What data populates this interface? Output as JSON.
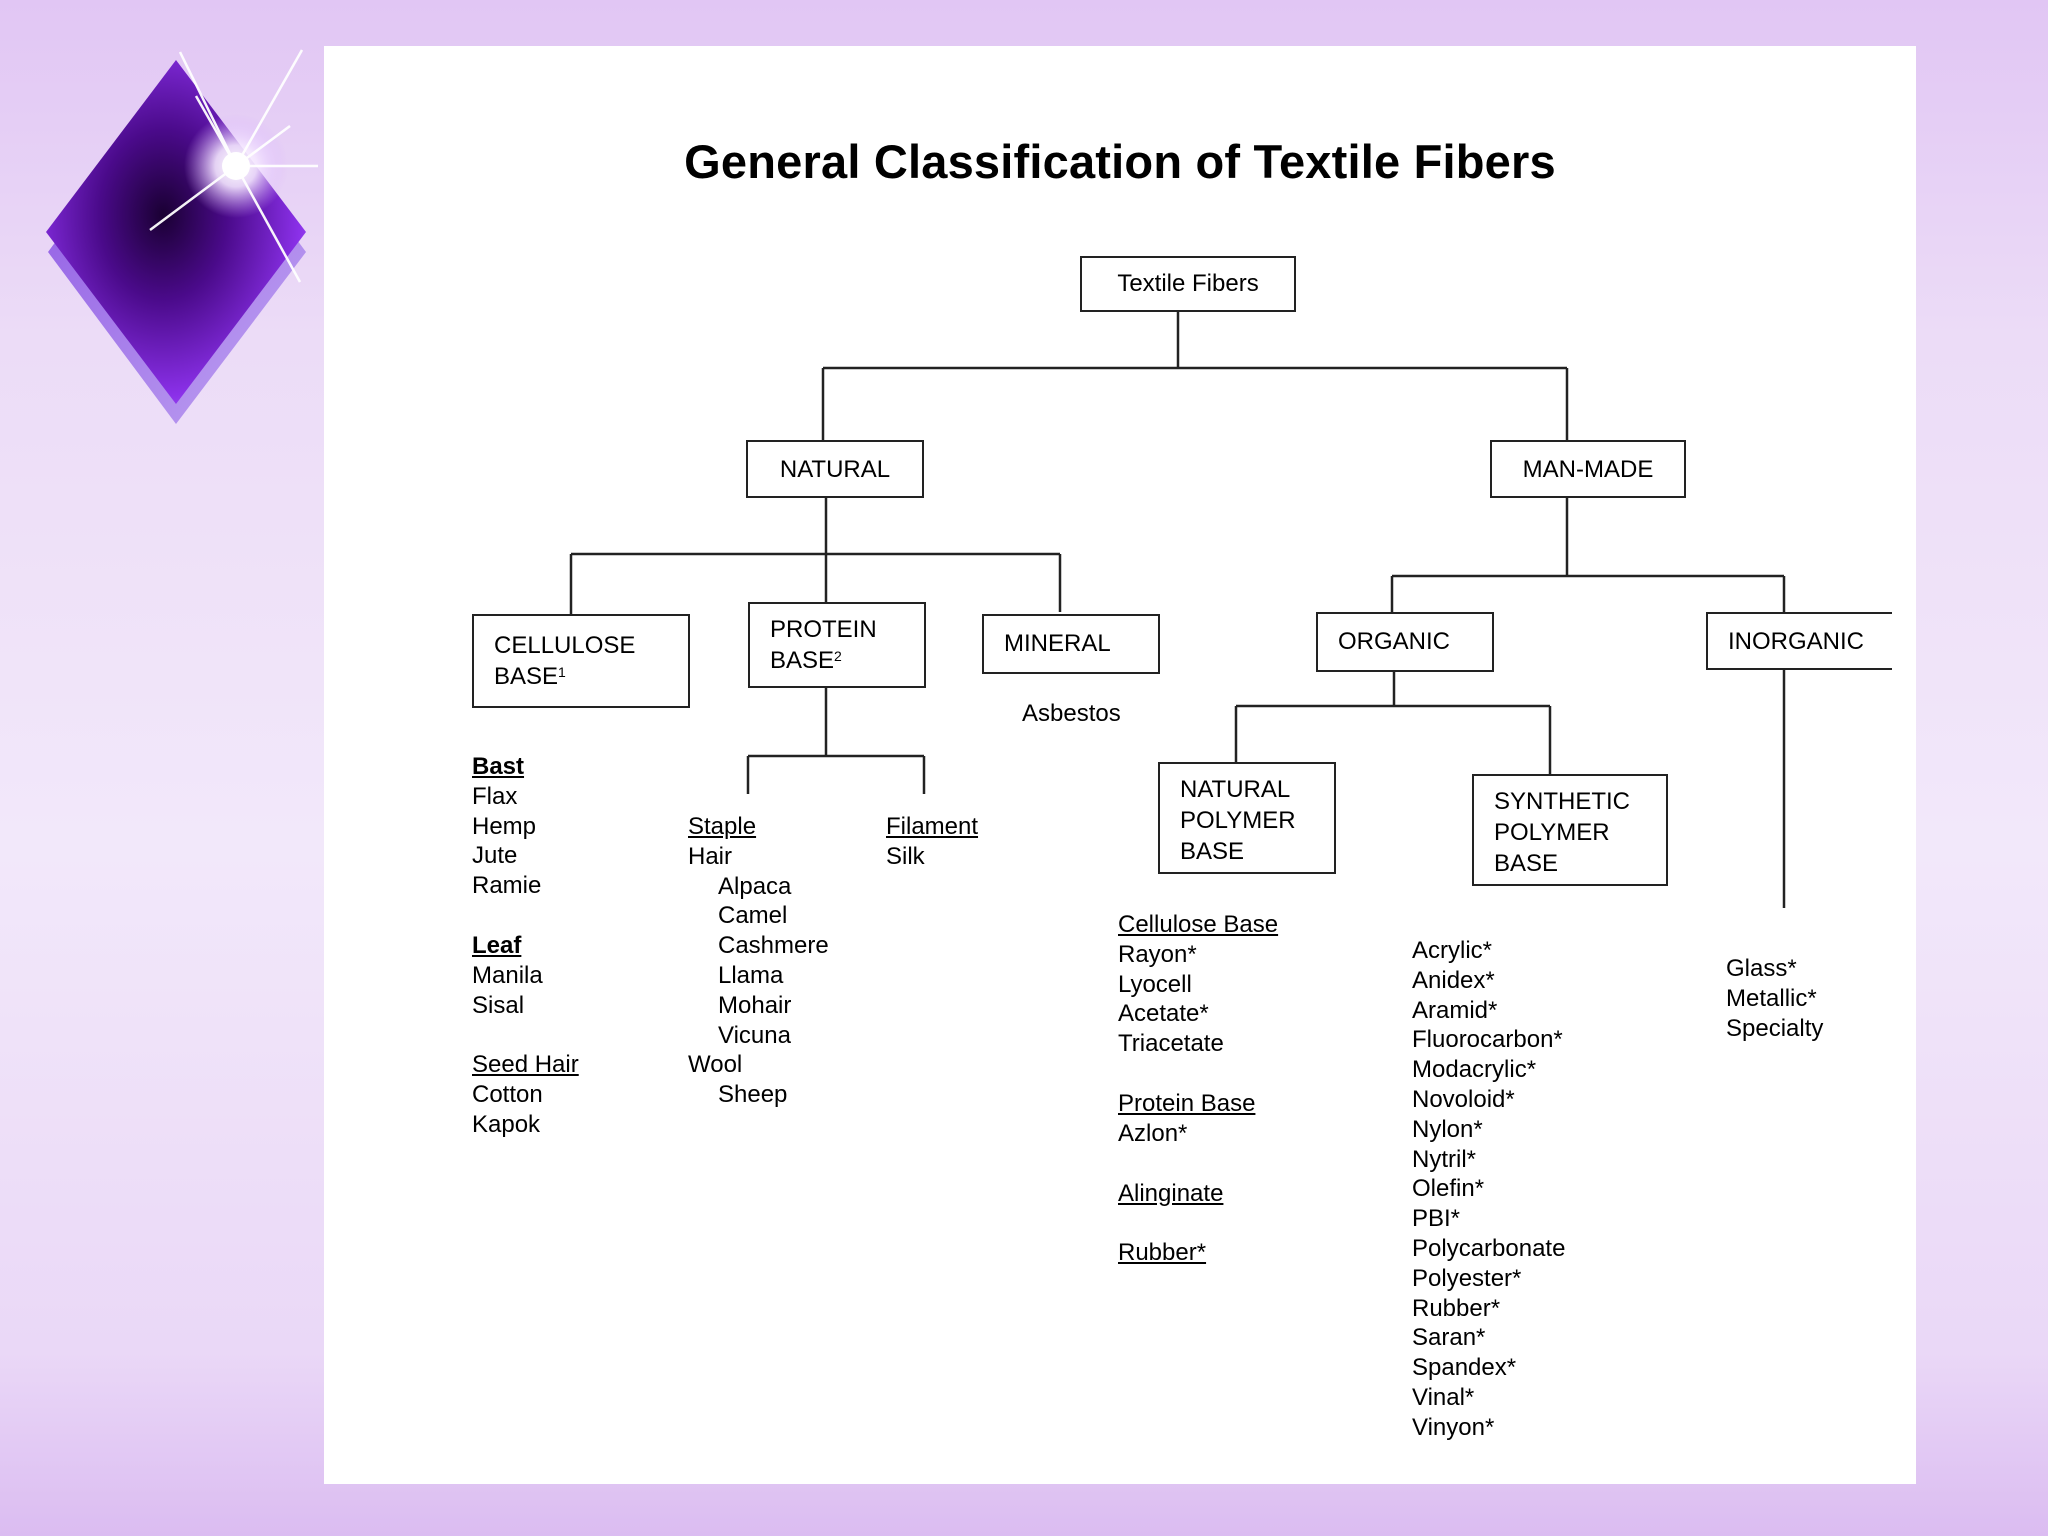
{
  "title": "General Classification of Textile Fibers",
  "nodes": {
    "root": "Textile Fibers",
    "natural": "NATURAL",
    "man_made": "MAN-MADE",
    "cellulose": {
      "line1": "CELLULOSE",
      "line2": "BASE",
      "note": "1"
    },
    "protein": {
      "line1": "PROTEIN",
      "line2": "BASE",
      "note": "2"
    },
    "mineral": "MINERAL",
    "organic": "ORGANIC",
    "inorganic": "INORGANIC",
    "natural_polymer": {
      "line1": "NATURAL",
      "line2": "POLYMER",
      "line3": "BASE"
    },
    "synthetic_polymer": {
      "line1": "SYNTHETIC",
      "line2": "POLYMER",
      "line3": "BASE"
    }
  },
  "mineral_item": "Asbestos",
  "cellulose_groups": [
    {
      "heading": "Bast",
      "items": [
        "Flax",
        "Hemp",
        "Jute",
        "Ramie"
      ]
    },
    {
      "heading": "Leaf",
      "items": [
        "Manila",
        "Sisal"
      ]
    },
    {
      "heading": "Seed Hair",
      "items": [
        "Cotton",
        "Kapok"
      ]
    }
  ],
  "protein_staple": {
    "heading": "Staple",
    "hair": "Hair",
    "hair_items": [
      "Alpaca",
      "Camel",
      "Cashmere",
      "Llama",
      "Mohair",
      "Vicuna"
    ],
    "wool": "Wool",
    "wool_items": [
      "Sheep"
    ]
  },
  "protein_filament": {
    "heading": "Filament",
    "items": [
      "Silk"
    ]
  },
  "natural_polymer_groups": [
    {
      "heading": "Cellulose Base",
      "items": [
        "Rayon*",
        "Lyocell",
        "Acetate*",
        "Triacetate"
      ]
    },
    {
      "heading": "Protein Base",
      "items": [
        "Azlon*"
      ]
    },
    {
      "heading": "Alinginate",
      "items": []
    },
    {
      "heading": "Rubber*",
      "items": []
    }
  ],
  "synthetic_items": [
    "Acrylic*",
    "Anidex*",
    "Aramid*",
    "Fluorocarbon*",
    "Modacrylic*",
    "Novoloid*",
    "Nylon*",
    "Nytril*",
    "Olefin*",
    "PBI*",
    "Polycarbonate",
    "Polyester*",
    "Rubber*",
    "Saran*",
    "Spandex*",
    "Vinal*",
    "Vinyon*"
  ],
  "inorganic_items": [
    "Glass*",
    "Metallic*",
    "Specialty"
  ]
}
